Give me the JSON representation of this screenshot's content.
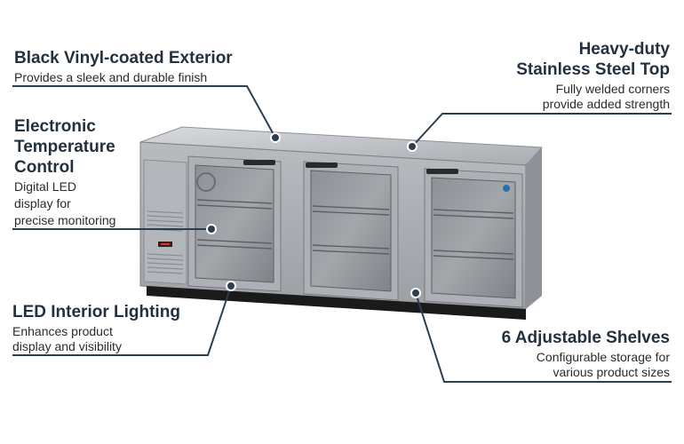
{
  "callouts": {
    "exterior": {
      "title": "Black Vinyl-coated Exterior",
      "desc": "Provides a sleek and durable finish"
    },
    "top": {
      "title_line1": "Heavy-duty",
      "title_line2": "Stainless Steel Top",
      "desc_line1": "Fully welded corners",
      "desc_line2": "provide added strength"
    },
    "temperature": {
      "title_line1": "Electronic",
      "title_line2": "Temperature",
      "title_line3": "Control",
      "desc_line1": "Digital LED",
      "desc_line2": "display for",
      "desc_line3": "precise monitoring"
    },
    "lighting": {
      "title": "LED Interior Lighting",
      "desc_line1": "Enhances product",
      "desc_line2": "display and visibility"
    },
    "shelves": {
      "title": "6 Adjustable Shelves",
      "desc_line1": "Configurable storage for",
      "desc_line2": "various product sizes"
    }
  },
  "colors": {
    "line": "#2c3e50",
    "steel": "#c9ccd0",
    "base": "#1a1a1a"
  }
}
